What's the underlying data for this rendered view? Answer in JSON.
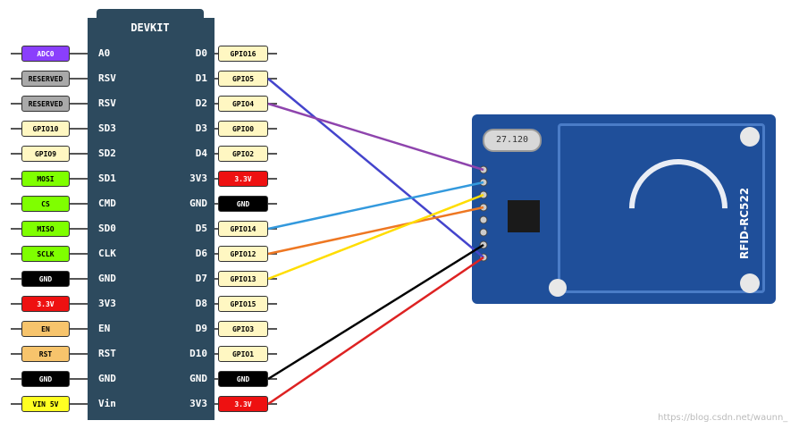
{
  "board": {
    "title": "DEVKIT",
    "left_pins": [
      "A0",
      "RSV",
      "RSV",
      "SD3",
      "SD2",
      "SD1",
      "CMD",
      "SD0",
      "CLK",
      "GND",
      "3V3",
      "EN",
      "RST",
      "GND",
      "Vin"
    ],
    "right_pins": [
      "D0",
      "D1",
      "D2",
      "D3",
      "D4",
      "3V3",
      "GND",
      "D5",
      "D6",
      "D7",
      "D8",
      "D9",
      "D10",
      "GND",
      "3V3"
    ]
  },
  "left_tags": [
    {
      "label": "ADC0",
      "color": "#8a3ffc",
      "text": "#ffffff"
    },
    {
      "label": "RESERVED",
      "color": "#a9a9a9",
      "text": "#000000"
    },
    {
      "label": "RESERVED",
      "color": "#a9a9a9",
      "text": "#000000"
    },
    {
      "label": "GPIO10",
      "color": "#fff7c2",
      "text": "#000000"
    },
    {
      "label": "GPIO9",
      "color": "#fff7c2",
      "text": "#000000"
    },
    {
      "label": "MOSI",
      "color": "#7fff00",
      "text": "#000000"
    },
    {
      "label": "CS",
      "color": "#7fff00",
      "text": "#000000"
    },
    {
      "label": "MISO",
      "color": "#7fff00",
      "text": "#000000"
    },
    {
      "label": "SCLK",
      "color": "#7fff00",
      "text": "#000000"
    },
    {
      "label": "GND",
      "color": "#000000",
      "text": "#ffffff"
    },
    {
      "label": "3.3V",
      "color": "#ee1111",
      "text": "#ffffff"
    },
    {
      "label": "EN",
      "color": "#f7c46c",
      "text": "#000000"
    },
    {
      "label": "RST",
      "color": "#f7c46c",
      "text": "#000000"
    },
    {
      "label": "GND",
      "color": "#000000",
      "text": "#ffffff"
    },
    {
      "label": "VIN 5V",
      "color": "#ffff22",
      "text": "#000000"
    }
  ],
  "right_tags": [
    {
      "label": "GPIO16",
      "color": "#fff7c2",
      "text": "#000000"
    },
    {
      "label": "GPIO5",
      "color": "#fff7c2",
      "text": "#000000"
    },
    {
      "label": "GPIO4",
      "color": "#fff7c2",
      "text": "#000000"
    },
    {
      "label": "GPIO0",
      "color": "#fff7c2",
      "text": "#000000"
    },
    {
      "label": "GPIO2",
      "color": "#fff7c2",
      "text": "#000000"
    },
    {
      "label": "3.3V",
      "color": "#ee1111",
      "text": "#ffffff"
    },
    {
      "label": "GND",
      "color": "#000000",
      "text": "#ffffff"
    },
    {
      "label": "GPIO14",
      "color": "#fff7c2",
      "text": "#000000"
    },
    {
      "label": "GPIO12",
      "color": "#fff7c2",
      "text": "#000000"
    },
    {
      "label": "GPIO13",
      "color": "#fff7c2",
      "text": "#000000"
    },
    {
      "label": "GPIO15",
      "color": "#fff7c2",
      "text": "#000000"
    },
    {
      "label": "GPIO3",
      "color": "#fff7c2",
      "text": "#000000"
    },
    {
      "label": "GPIO1",
      "color": "#fff7c2",
      "text": "#000000"
    },
    {
      "label": "GND",
      "color": "#000000",
      "text": "#ffffff"
    },
    {
      "label": "3.3V",
      "color": "#ee1111",
      "text": "#ffffff"
    }
  ],
  "module": {
    "label": "RFID-RC522",
    "crystal": "27.120"
  },
  "wires": [
    {
      "from": "GPIO5",
      "to_pin": 7,
      "color": "#4444cc"
    },
    {
      "from": "GPIO4",
      "to_pin": 0,
      "color": "#8e44ad"
    },
    {
      "from": "GPIO14",
      "to_pin": 1,
      "color": "#3399dd"
    },
    {
      "from": "GPIO12",
      "to_pin": 3,
      "color": "#ee7722"
    },
    {
      "from": "GPIO13",
      "to_pin": 2,
      "color": "#ffdd00"
    },
    {
      "from": "GND",
      "to_pin": 6,
      "color": "#000000"
    },
    {
      "from": "3.3V",
      "to_pin": 7,
      "color": "#dd2222"
    }
  ],
  "watermark": "https://blog.csdn.net/waunn_"
}
